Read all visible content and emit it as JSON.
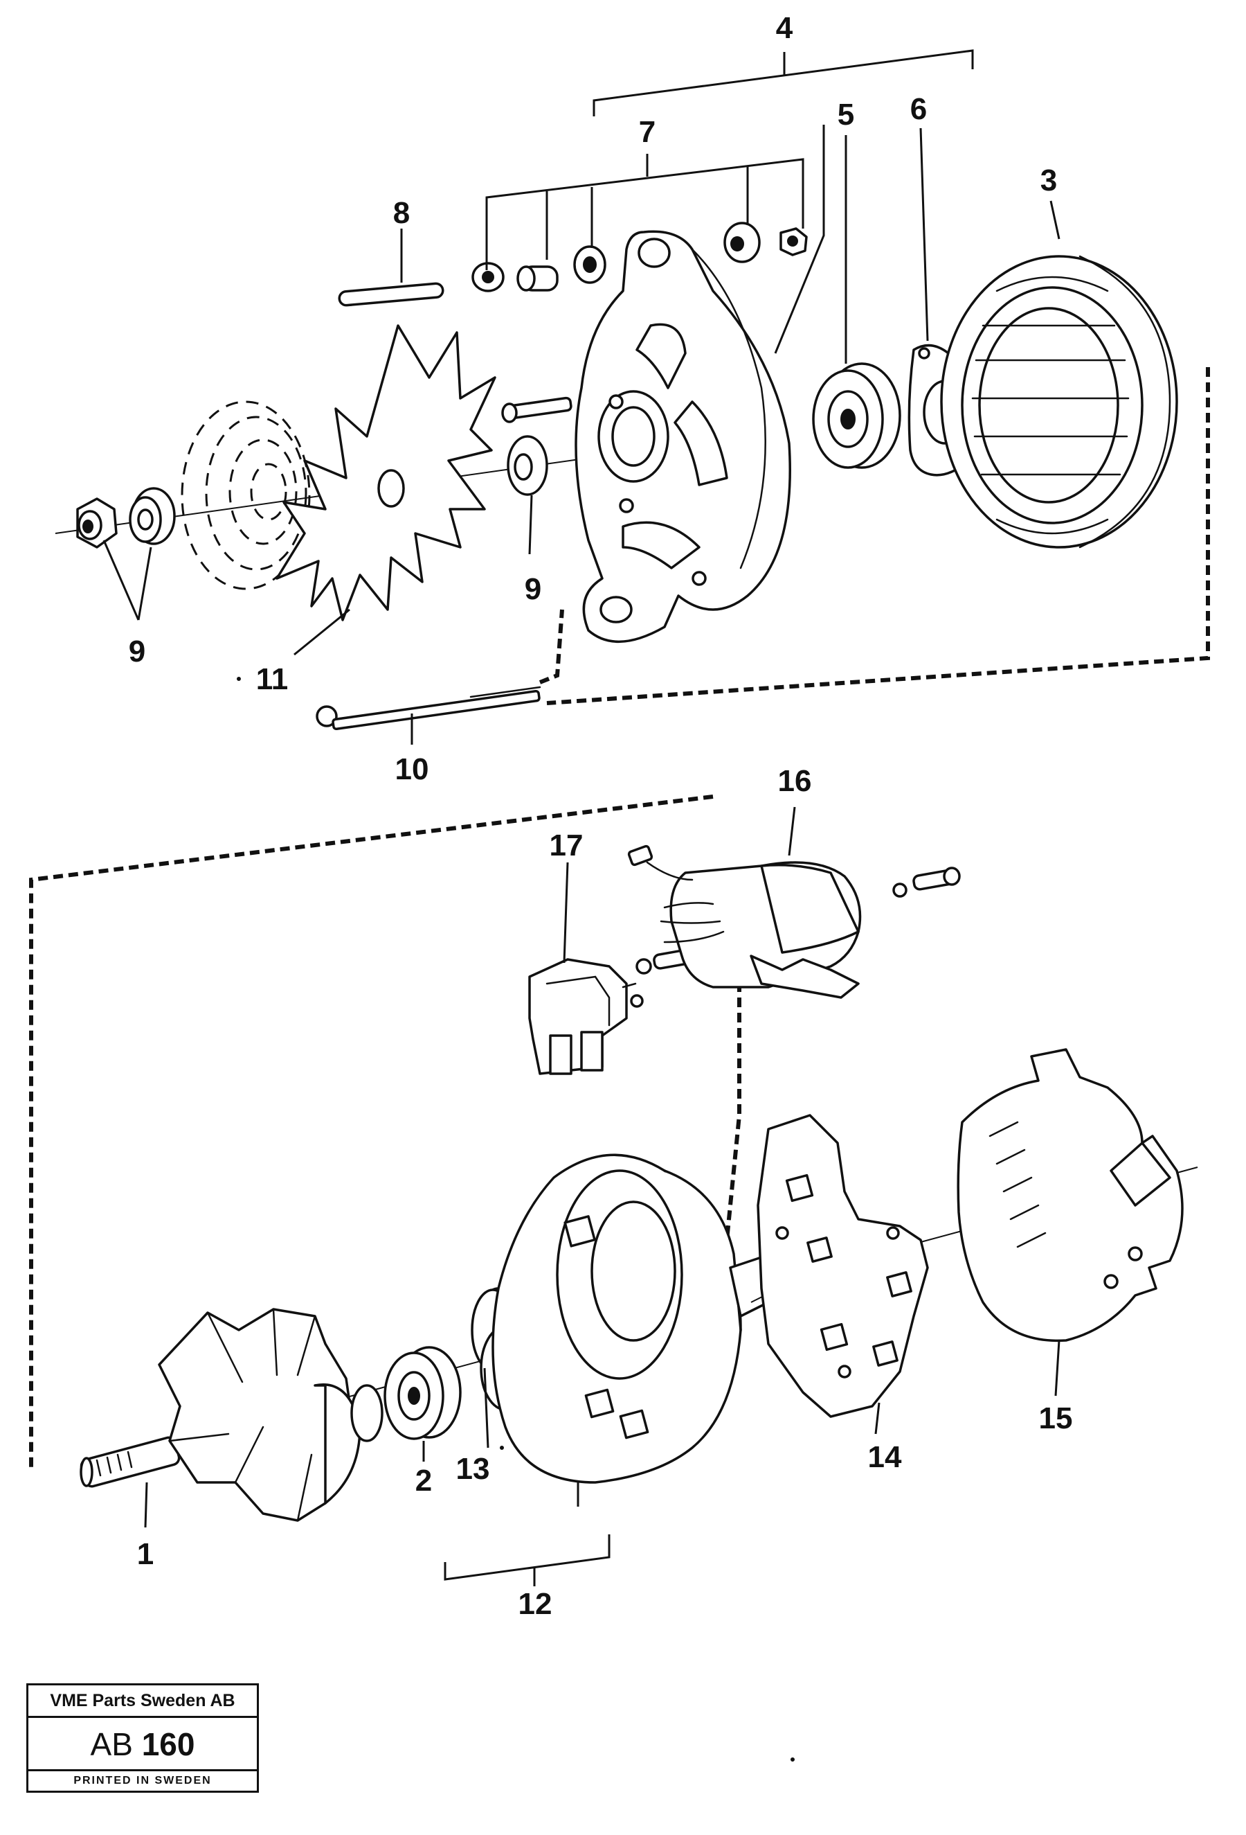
{
  "labels": {
    "l1": "1",
    "l2": "2",
    "l3": "3",
    "l4": "4",
    "l5": "5",
    "l6": "6",
    "l7": "7",
    "l8": "8",
    "l9a": "9",
    "l9b": "9",
    "l10": "10",
    "l11": "11",
    "l12": "12",
    "l13": "13",
    "l14": "14",
    "l15": "15",
    "l16": "16",
    "l17": "17"
  },
  "stamp": {
    "company": "VME Parts Sweden AB",
    "code_prefix": "AB",
    "code_number": "160",
    "printed": "PRINTED IN SWEDEN"
  }
}
